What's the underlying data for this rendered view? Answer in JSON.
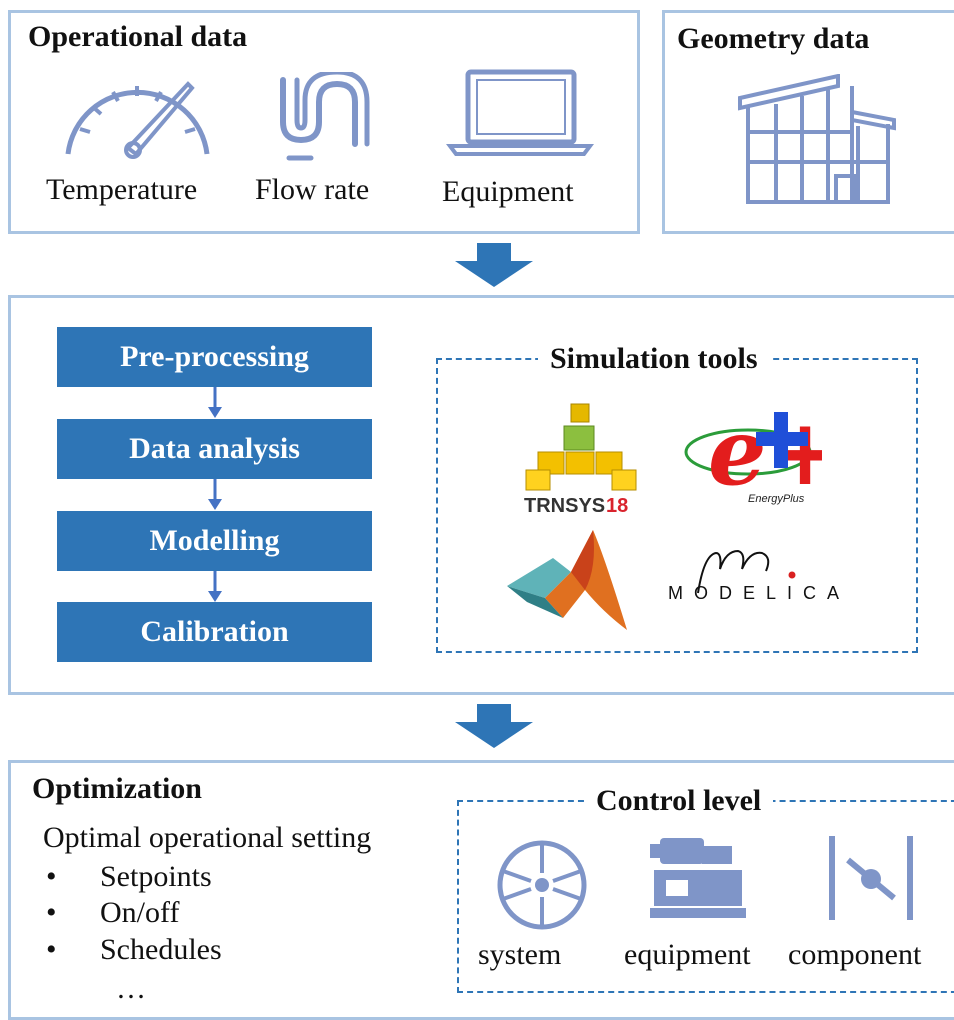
{
  "operational": {
    "title": "Operational data",
    "items": [
      "Temperature",
      "Flow rate",
      "Equipment"
    ]
  },
  "geometry": {
    "title": "Geometry data"
  },
  "process": {
    "steps": [
      "Pre-processing",
      "Data analysis",
      "Modelling",
      "Calibration"
    ]
  },
  "simulation": {
    "title": "Simulation tools",
    "tools": [
      {
        "name": "TRNSYS",
        "version": "18"
      },
      {
        "name": "EnergyPlus",
        "mark": "e+"
      },
      {
        "name": "MATLAB"
      },
      {
        "name": "MODELICA"
      }
    ]
  },
  "optimization": {
    "title": "Optimization",
    "subtitle": "Optimal operational setting",
    "bullets": [
      "Setpoints",
      "On/off",
      "Schedules"
    ],
    "ellipsis": "…"
  },
  "control": {
    "title": "Control level",
    "levels": [
      "system",
      "equipment",
      "component"
    ]
  },
  "colors": {
    "accent": "#2e75b6",
    "border": "#a9c4e2",
    "icon": "#7f95c8"
  }
}
